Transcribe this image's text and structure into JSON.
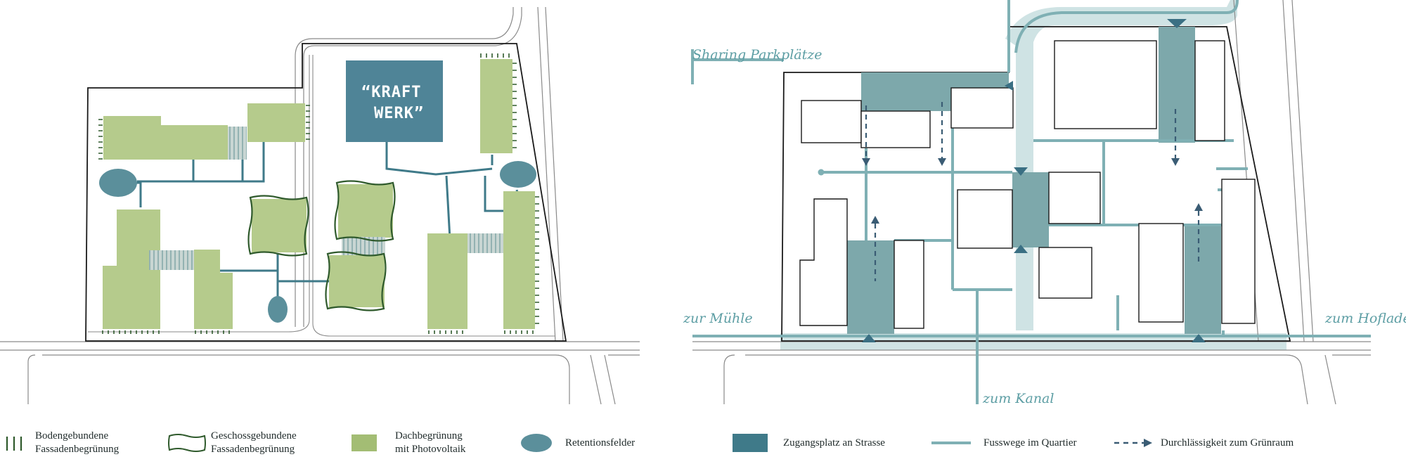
{
  "left_plan": {
    "building_label_line1": "“KRAFT",
    "building_label_line2": "WERK”"
  },
  "right_plan": {
    "labels": {
      "sharing": "Sharing Parkplätze",
      "muehle": "zur Mühle",
      "hofladen": "zum Hofladen",
      "kanal": "zum Kanal"
    }
  },
  "legend_left": [
    {
      "icon": "ground-facade-greening-icon",
      "text": "Bodengebundene\nFassadenbegrünung"
    },
    {
      "icon": "storey-facade-greening-icon",
      "text": "Geschossgebundene\nFassadenbegrünung"
    },
    {
      "icon": "green-roof-pv-icon",
      "text": "Dachbegrünung\nmit Photovoltaik"
    },
    {
      "icon": "retention-field-icon",
      "text": "Retentionsfelder"
    }
  ],
  "legend_right": [
    {
      "icon": "access-square-icon",
      "text": "Zugangsplatz an Strasse"
    },
    {
      "icon": "footpath-icon",
      "text": "Fusswege im Quartier"
    },
    {
      "icon": "permeability-arrow-icon",
      "text": "Durchlässigkeit zum Grünraum"
    }
  ],
  "colors": {
    "green": "#b5cb8c",
    "dark_green": "#2f5a2c",
    "teal": "#5b8f9b",
    "teal_dark": "#3f7a89",
    "access": "#7da8ab",
    "path": "#7fb0b4",
    "path_light": "#cfe3e4",
    "arrow": "#3a5c74",
    "line": "#1a1a1a",
    "street": "#8a8a8a"
  }
}
